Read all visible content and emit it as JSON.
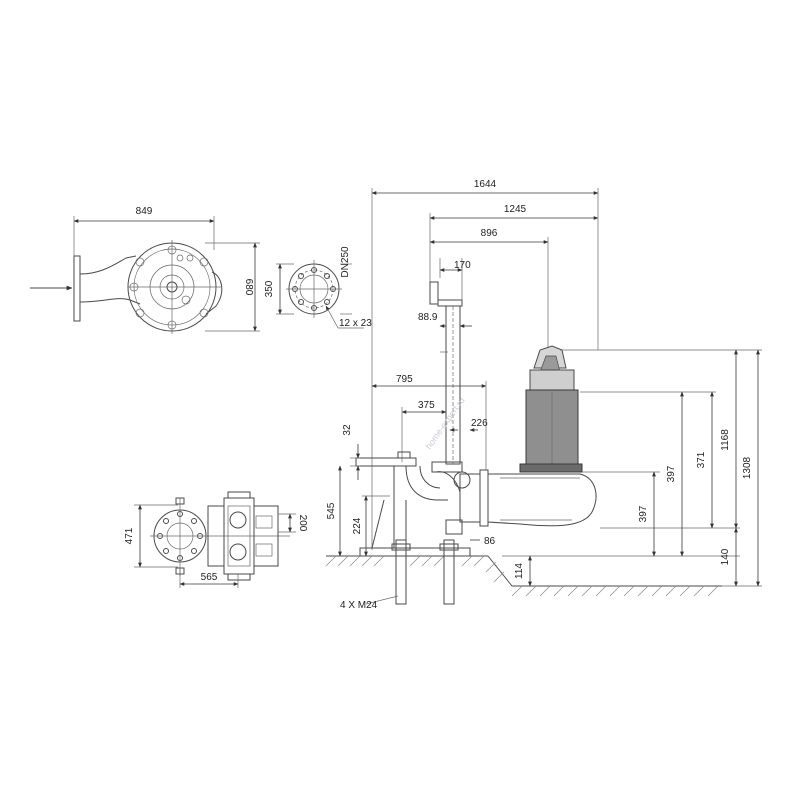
{
  "colors": {
    "line": "#4a4a4a",
    "dimension": "#3a3a3a",
    "motor_fill": "#8f8f8f",
    "watermark": "#c7ccd6"
  },
  "watermark": "home-expert.ru",
  "top_view": {
    "dim_width": "849",
    "dim_height": "680",
    "dim_flange_height": "350"
  },
  "flange_view": {
    "dim_dn": "DN250",
    "dim_holes": "12 x 23"
  },
  "base_plan": {
    "dim_height": "471",
    "dim_width": "565",
    "dim_right": "200"
  },
  "side_view": {
    "dim_total": "1644",
    "dim_1245": "1245",
    "dim_896": "896",
    "dim_170": "170",
    "dim_88_9": "88.9",
    "dim_795": "795",
    "dim_375": "375",
    "dim_226": "226",
    "dim_86": "86",
    "dim_32": "32",
    "dim_545": "545",
    "dim_224": "224",
    "dim_114": "114",
    "dim_anchor": "4 X M24",
    "dim_397_a": "397",
    "dim_397_b": "397",
    "dim_371": "371",
    "dim_1168": "1168",
    "dim_1308": "1308",
    "dim_140": "140"
  }
}
